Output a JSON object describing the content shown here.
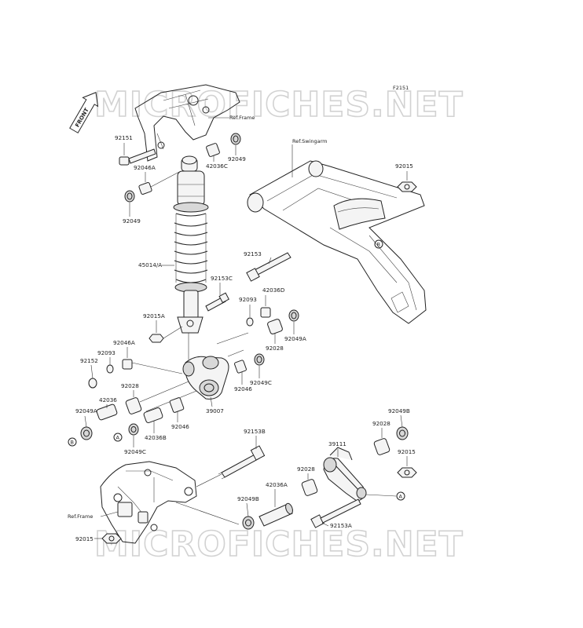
{
  "diagram": {
    "figure_code": "F2151",
    "watermark_text": "MICROFICHES.NET",
    "front_arrow_label": "FRONT",
    "refs": {
      "frame_top": "Ref.Frame",
      "swingarm": "Ref.Swingarm",
      "frame_bottom": "Ref.Frame"
    },
    "circle_markers": {
      "a_left": "A",
      "a_right": "A",
      "b_left": "B",
      "b_right": "B"
    },
    "parts": {
      "p92151": "92151",
      "p92046A_top": "92046A",
      "p42036C": "42036C",
      "p92049_top": "92049",
      "p92049_left": "92049",
      "p45014A": "45014/A",
      "p92153C": "92153C",
      "p92015A": "92015A",
      "p92093_right": "92093",
      "p42036D": "42036D",
      "p92049A_right": "92049A",
      "p92028_right": "92028",
      "p92046A_mid": "92046A",
      "p92093_left": "92093",
      "p92152": "92152",
      "p92028_left": "92028",
      "p92046_right": "92046",
      "p92049C_right": "92049C",
      "p39007": "39007",
      "p42036": "42036",
      "p92049A_left": "92049A",
      "p42036B": "42036B",
      "p92046_left": "92046",
      "p92049C_left": "92049C",
      "p92153": "92153",
      "p92015_top": "92015",
      "p92153B": "92153B",
      "p39111": "39111",
      "p92028_link": "92028",
      "p92049B_right": "92049B",
      "p92015_right": "92015",
      "p92028_lower": "92028",
      "p42036A": "42036A",
      "p92049B_lower": "92049B",
      "p92153A": "92153A",
      "p92015_bottom": "92015"
    }
  }
}
